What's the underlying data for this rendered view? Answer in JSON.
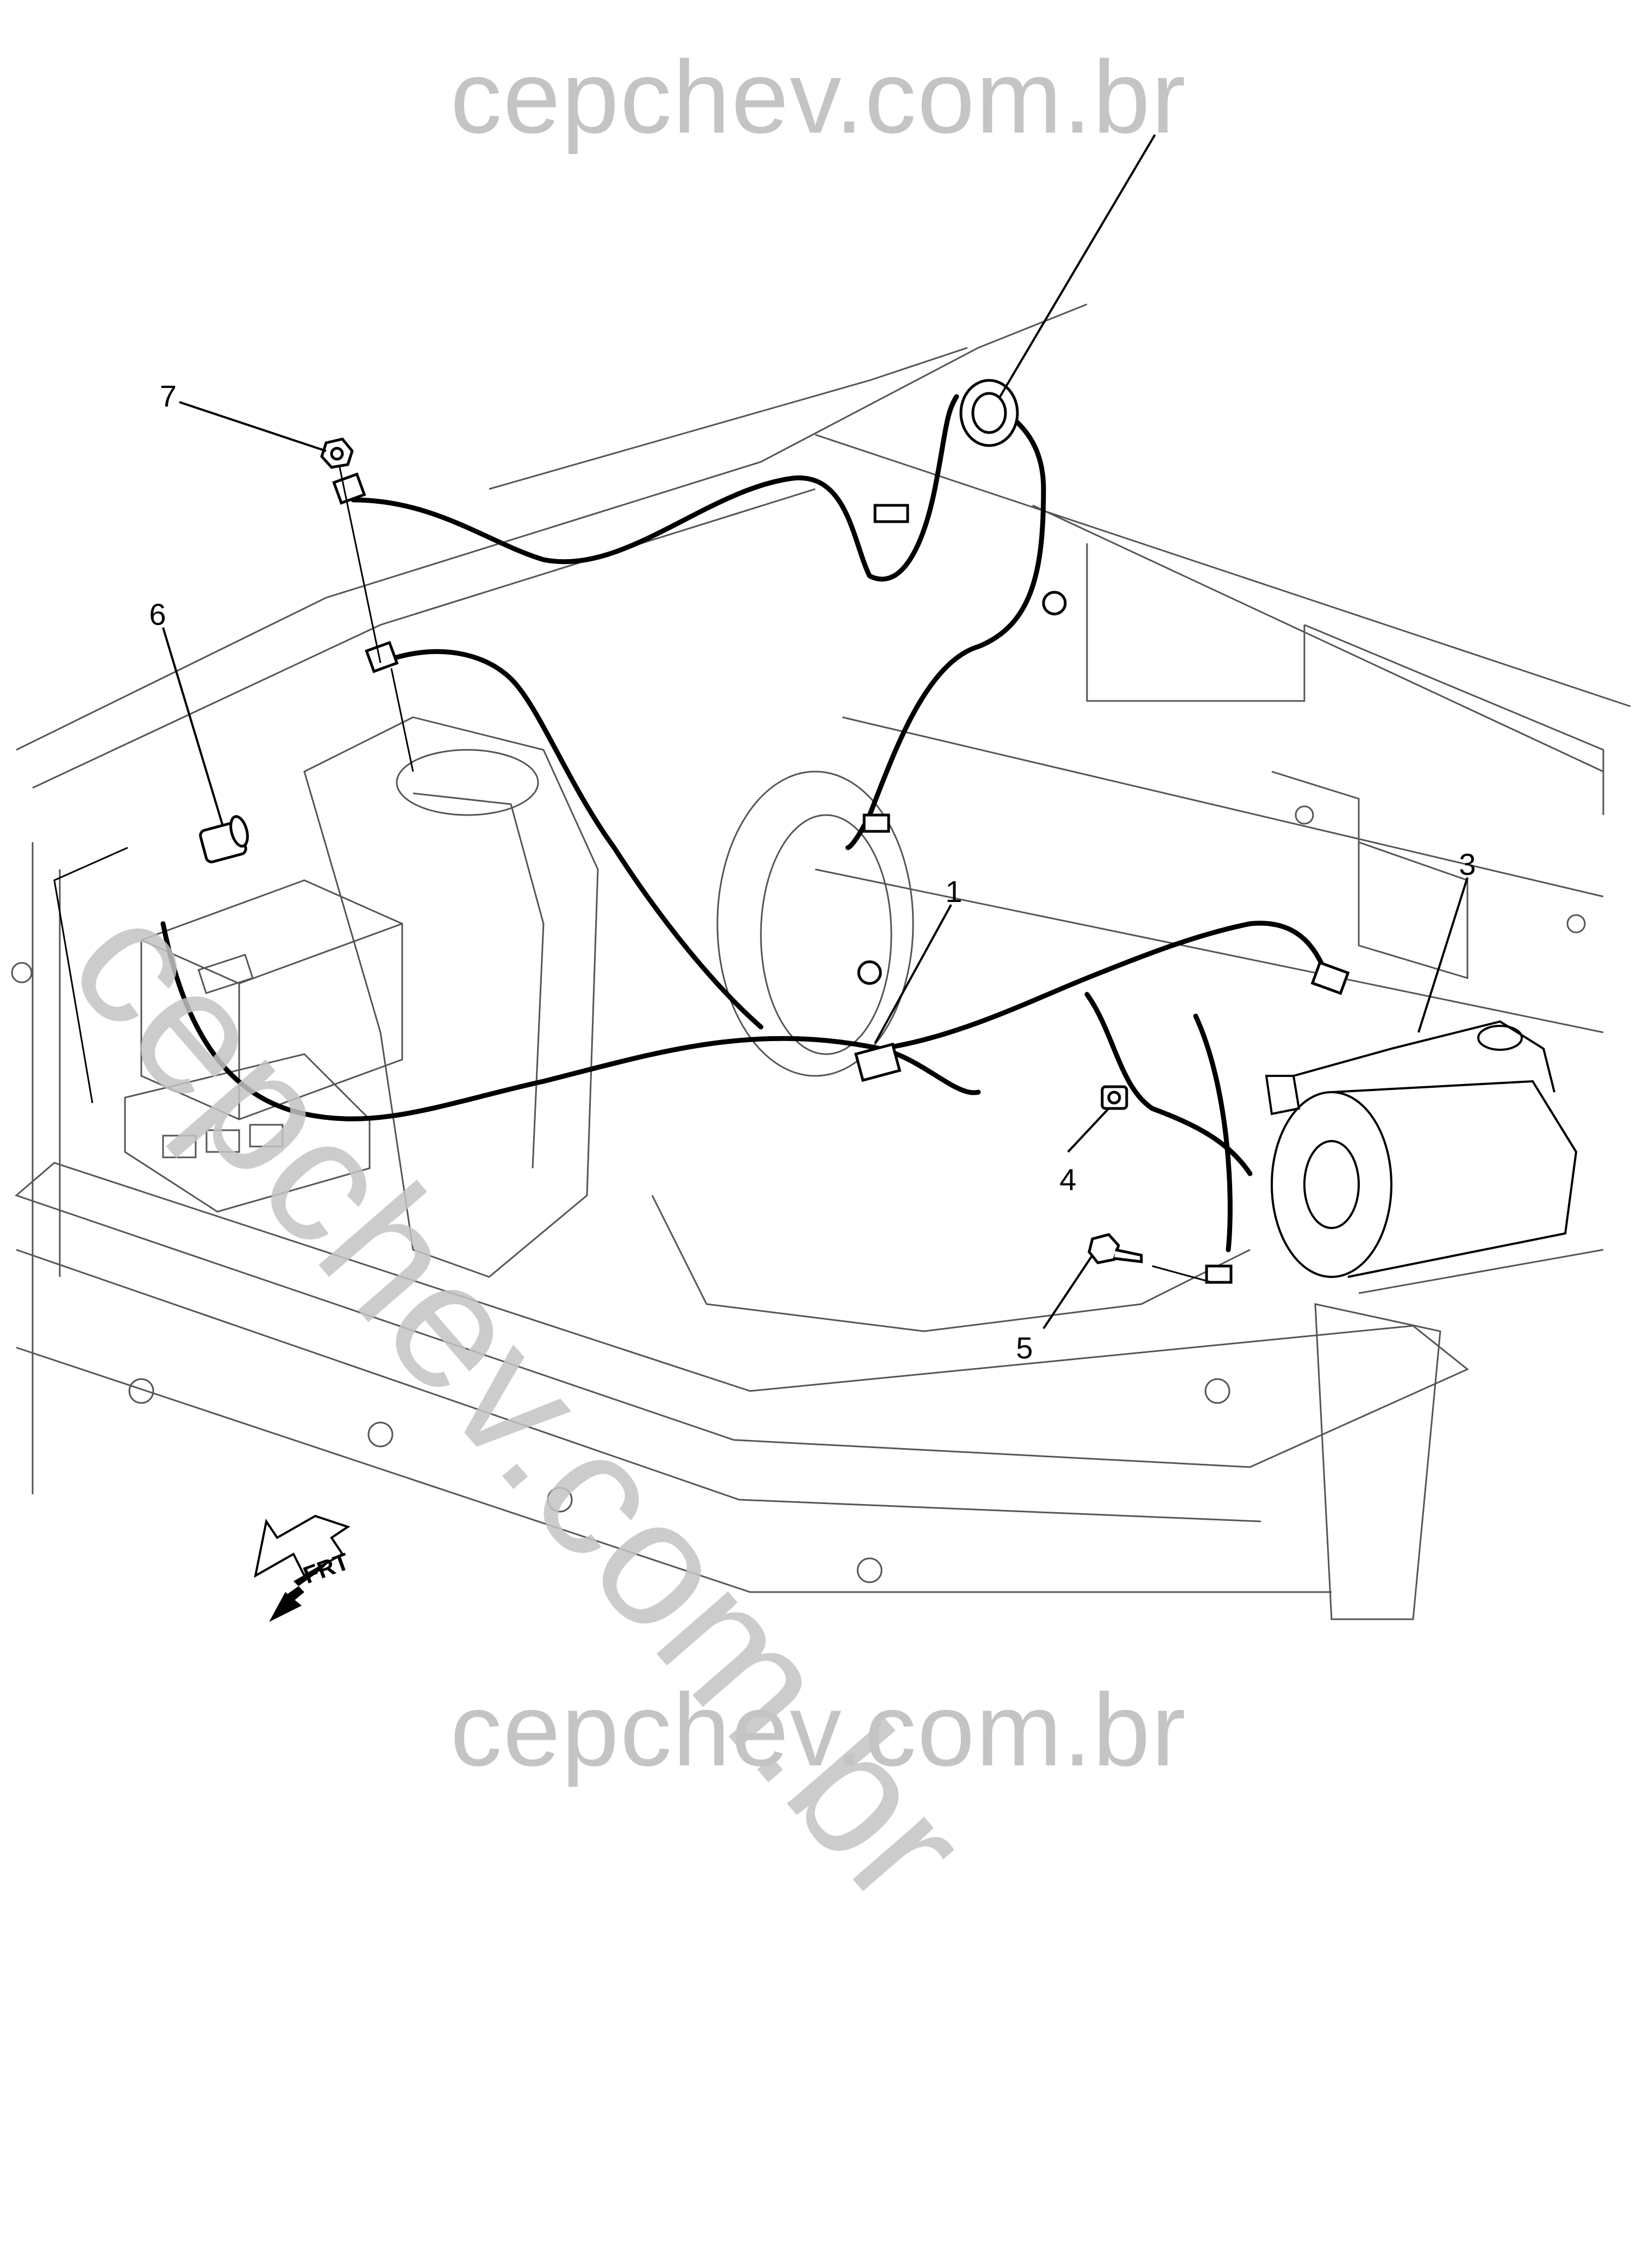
{
  "watermark": {
    "top": "cepchev.com.br",
    "diagonal": "cepchev.com.br",
    "bottom": "cepchev.com.br"
  },
  "callouts": [
    "1",
    "3",
    "4",
    "5",
    "6",
    "7"
  ],
  "direction_badge": "FRT",
  "colors": {
    "line": "#000000",
    "body_line": "#555555",
    "watermark": "#c4c4c4"
  }
}
